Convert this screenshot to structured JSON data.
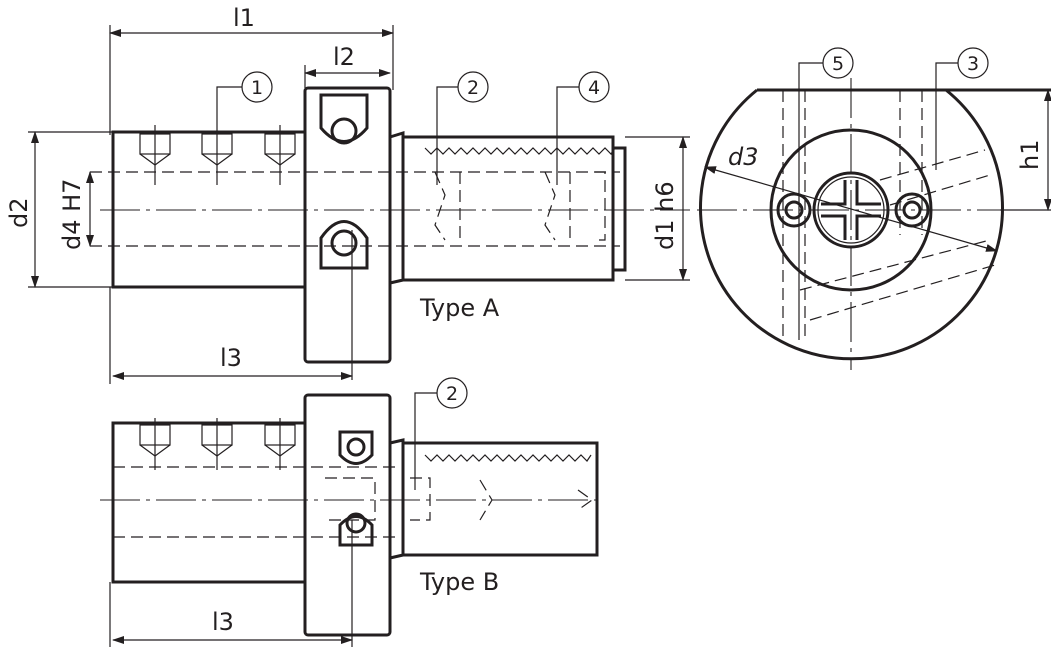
{
  "dimensions": {
    "l1": "l1",
    "l2": "l2",
    "l3_a": "l3",
    "l3_b": "l3",
    "d1": "d1 h6",
    "d2": "d2",
    "d3": "d3",
    "d4": "d4 H7",
    "h1": "h1"
  },
  "callouts": {
    "c1": "1",
    "c2a": "2",
    "c4": "4",
    "c5": "5",
    "c3": "3",
    "c2b": "2"
  },
  "labels": {
    "type_a": "Type A",
    "type_b": "Type B"
  },
  "colors": {
    "line": "#231f20",
    "background": "#ffffff"
  }
}
